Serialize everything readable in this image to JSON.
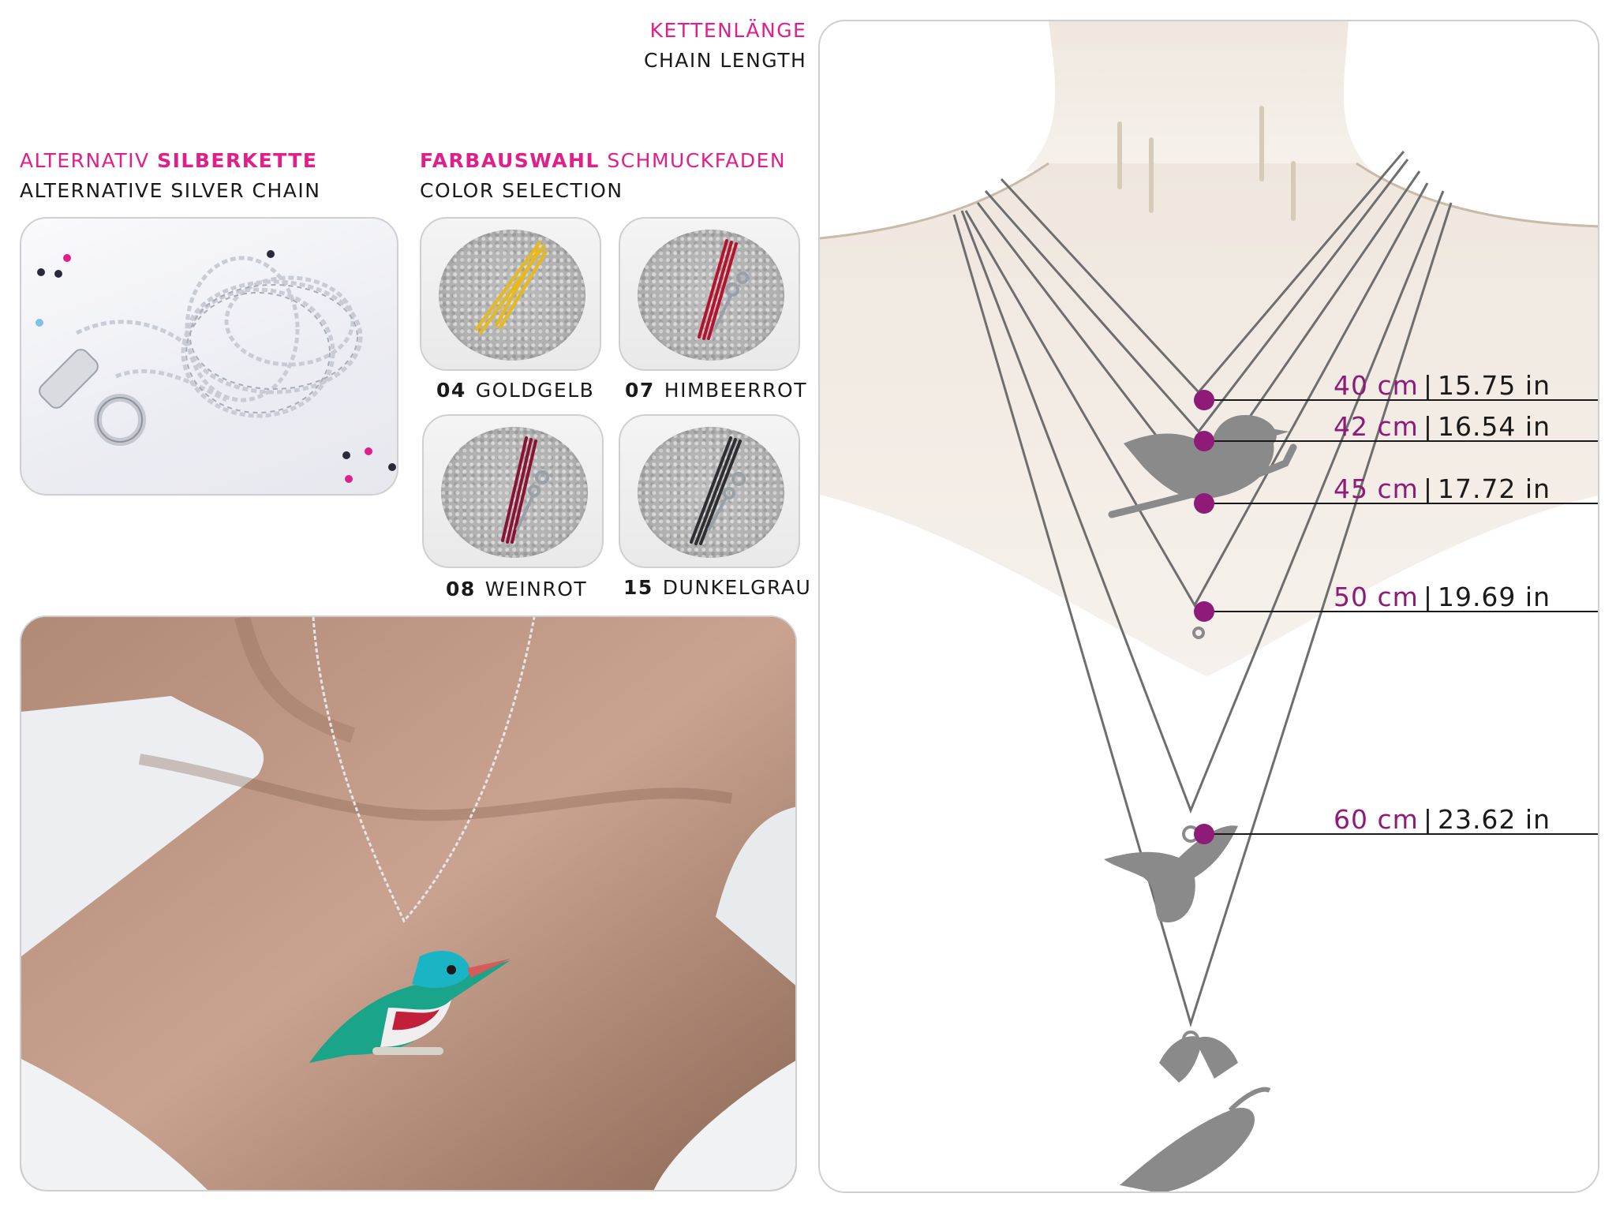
{
  "chain_length": {
    "title_de": "KETTENLÄNGE",
    "title_en": "CHAIN LENGTH"
  },
  "silver_chain": {
    "title_de_prefix": "ALTERNATIV ",
    "title_de_bold": "SILBERKETTE",
    "title_en": "ALTERNATIVE SILVER CHAIN"
  },
  "color_selection": {
    "title_de_bold": "FARBAUSWAHL",
    "title_de_suffix": " SCHMUCKFADEN",
    "title_en": "COLOR SELECTION",
    "swatches": [
      {
        "code": "04",
        "name": "GOLDGELB",
        "color": "#e8b917"
      },
      {
        "code": "07",
        "name": "HIMBEERROT",
        "color": "#b5122e"
      },
      {
        "code": "08",
        "name": "WEINROT",
        "color": "#8a1233"
      },
      {
        "code": "15",
        "name": "DUNKELGRAU",
        "color": "#2e2e33"
      }
    ]
  },
  "measurements": [
    {
      "cm": "40 cm",
      "sep": "|",
      "inch": "15.75 in"
    },
    {
      "cm": "42 cm",
      "sep": "|",
      "inch": "16.54 in"
    },
    {
      "cm": "45 cm",
      "sep": "|",
      "inch": "17.72 in"
    },
    {
      "cm": "50 cm",
      "sep": "|",
      "inch": "19.69 in"
    },
    {
      "cm": "60 cm",
      "sep": "|",
      "inch": "23.62 in"
    }
  ],
  "colors": {
    "accent_pink": "#e0208a",
    "measure_purple": "#8e1b78",
    "text_dark": "#1a1a1a"
  }
}
